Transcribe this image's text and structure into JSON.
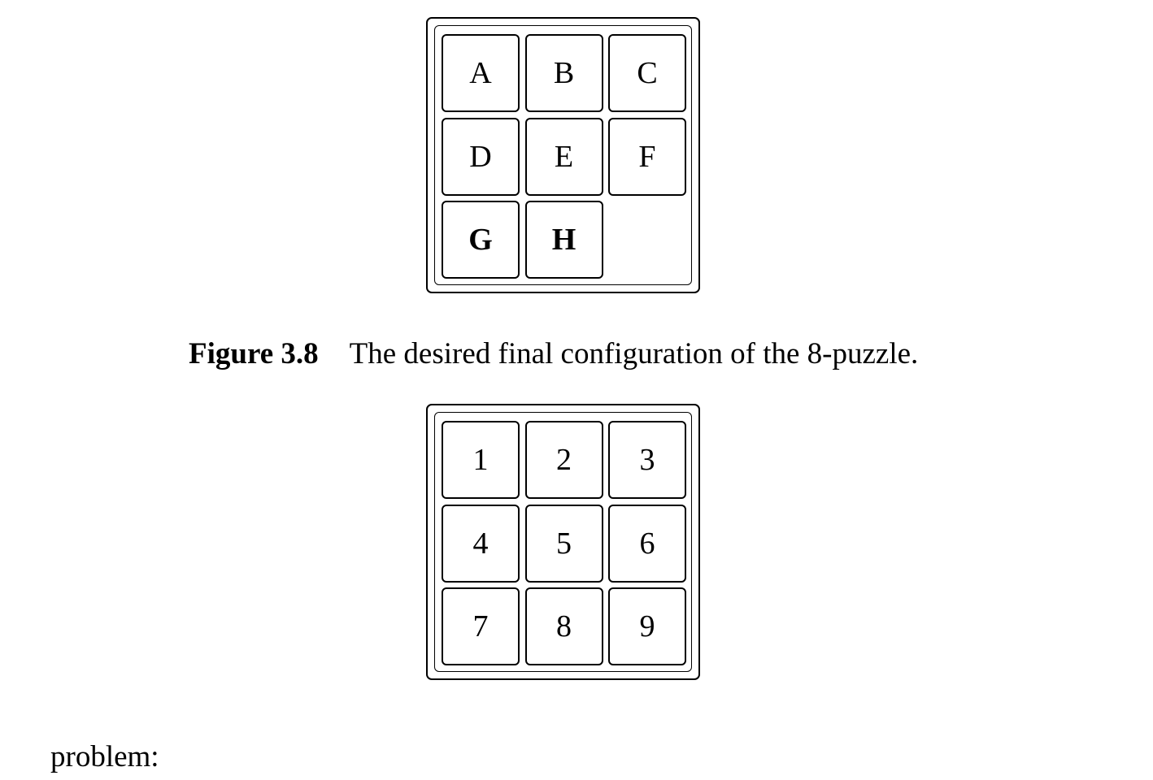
{
  "figure_top": {
    "tiles": [
      {
        "label": "A",
        "bold": false
      },
      {
        "label": "B",
        "bold": false
      },
      {
        "label": "C",
        "bold": false
      },
      {
        "label": "D",
        "bold": false
      },
      {
        "label": "E",
        "bold": false
      },
      {
        "label": "F",
        "bold": false
      },
      {
        "label": "G",
        "bold": true
      },
      {
        "label": "H",
        "bold": true
      },
      null
    ]
  },
  "caption": {
    "label": "Figure 3.8",
    "text": "The desired final configuration of the 8-puzzle."
  },
  "figure_bottom": {
    "tiles": [
      {
        "label": "1",
        "bold": false
      },
      {
        "label": "2",
        "bold": false
      },
      {
        "label": "3",
        "bold": false
      },
      {
        "label": "4",
        "bold": false
      },
      {
        "label": "5",
        "bold": false
      },
      {
        "label": "6",
        "bold": false
      },
      {
        "label": "7",
        "bold": false
      },
      {
        "label": "8",
        "bold": false
      },
      {
        "label": "9",
        "bold": false
      }
    ]
  },
  "body": {
    "text": "problem:"
  }
}
